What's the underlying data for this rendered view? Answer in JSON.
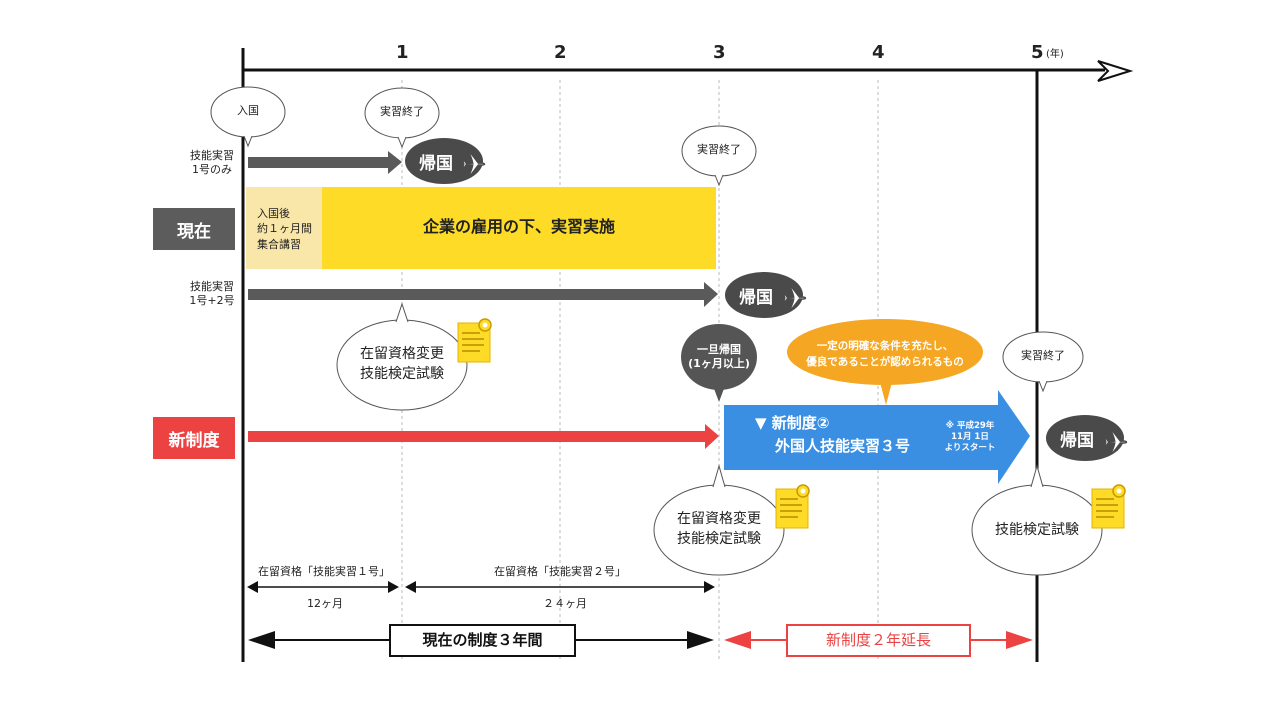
{
  "axis": {
    "ticks": [
      "1",
      "2",
      "3",
      "4",
      "5"
    ],
    "unit": "(年)"
  },
  "bubbles": {
    "entry": "入国",
    "end_training_1": "実習終了",
    "end_training_3": "実習終了",
    "end_training_5": "実習終了",
    "temp_return": "一旦帰国\n(1ヶ月以上)",
    "status_change_1": "在留資格変更\n技能検定試験",
    "status_change_3": "在留資格変更\n技能検定試験",
    "skill_test_5": "技能検定試験",
    "condition": "一定の明確な条件を充たし、\n優良であることが認められるもの"
  },
  "rows": {
    "row1_label": "技能実習\n1号のみ",
    "row2_label": "技能実習\n1号+2号",
    "current_tag": "現在",
    "new_tag": "新制度"
  },
  "return_home": "帰国",
  "yellow_bar": {
    "left_text": "入国後\n約１ヶ月間\n集合講習",
    "main_text": "企業の雇用の下、実習実施"
  },
  "new_system_arrow": {
    "line1": "▼ 新制度②",
    "line2": "外国人技能実習３号",
    "note": "※ 平成29年\n11月 1日\nよりスタート"
  },
  "periods": {
    "status_1": "在留資格「技能実習１号」",
    "status_2": "在留資格「技能実習２号」",
    "months_1": "12ヶ月",
    "months_2": "２４ヶ月",
    "current_total": "現在の制度３年間",
    "new_extension": "新制度２年延長"
  },
  "colors": {
    "yellow": "#FDDB26",
    "light_yellow": "#F9E6A9",
    "red": "#EC4242",
    "blue": "#3B8FE3",
    "orange": "#F5A623",
    "dark_gray": "#4A4A4A",
    "gray_tag": "#5C5C5C"
  }
}
